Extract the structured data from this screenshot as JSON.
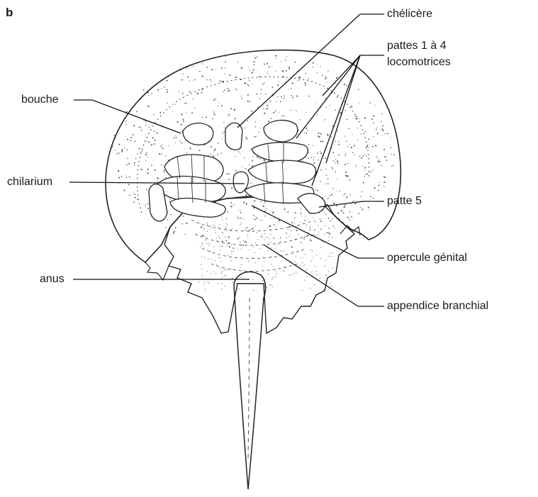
{
  "figure": {
    "panel_label": "b",
    "labels": {
      "chelicere": "chélicère",
      "pattes_1_4_line1": "pattes 1 à 4",
      "pattes_1_4_line2": "locomotrices",
      "bouche": "bouche",
      "chilarium": "chilarium",
      "patte_5": "patte 5",
      "opercule": "opercule génital",
      "anus": "anus",
      "appendice": "appendice branchial"
    }
  }
}
